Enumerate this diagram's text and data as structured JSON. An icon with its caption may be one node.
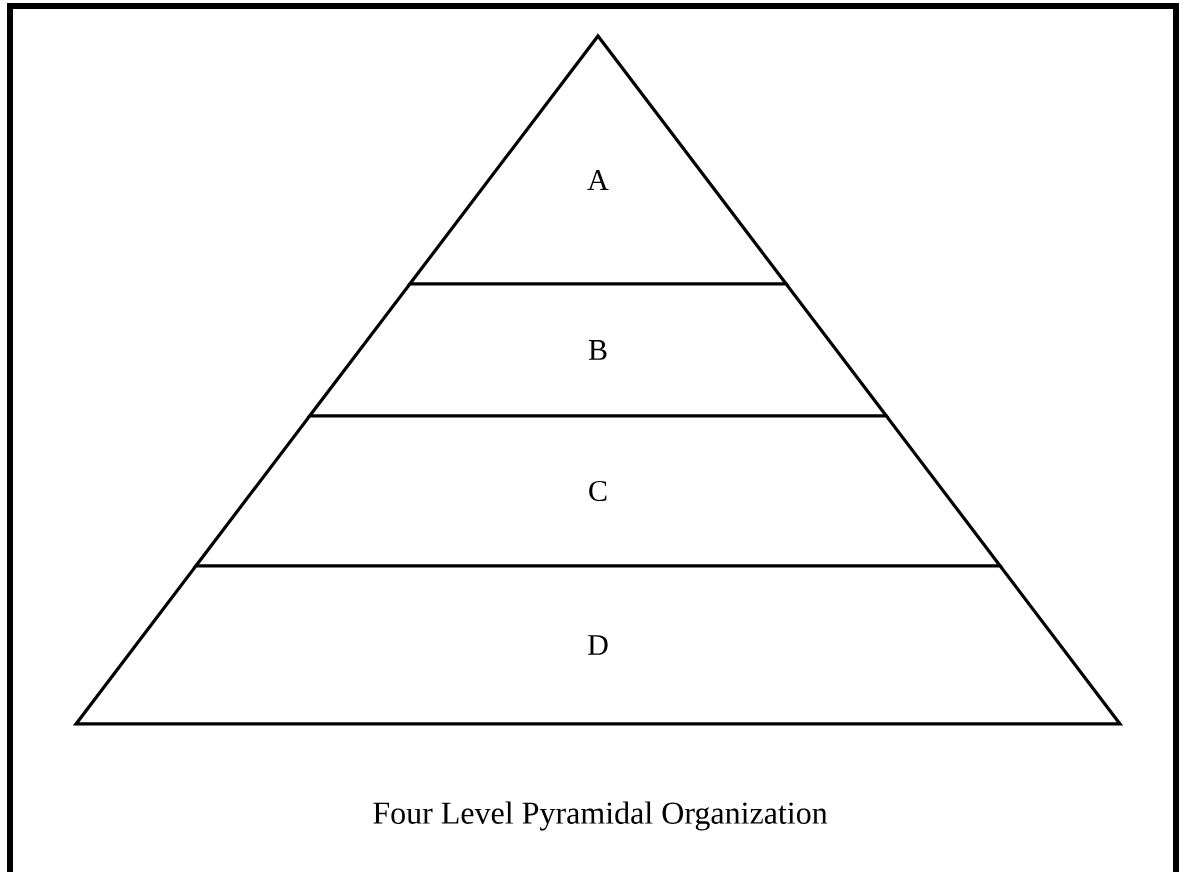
{
  "diagram": {
    "caption": "Four Level Pyramidal Organization",
    "nodes": [
      {
        "text": [
          "A"
        ]
      },
      {
        "text": [
          "B"
        ]
      },
      {
        "text": [
          "C"
        ]
      },
      {
        "text": [
          "D"
        ]
      }
    ]
  }
}
